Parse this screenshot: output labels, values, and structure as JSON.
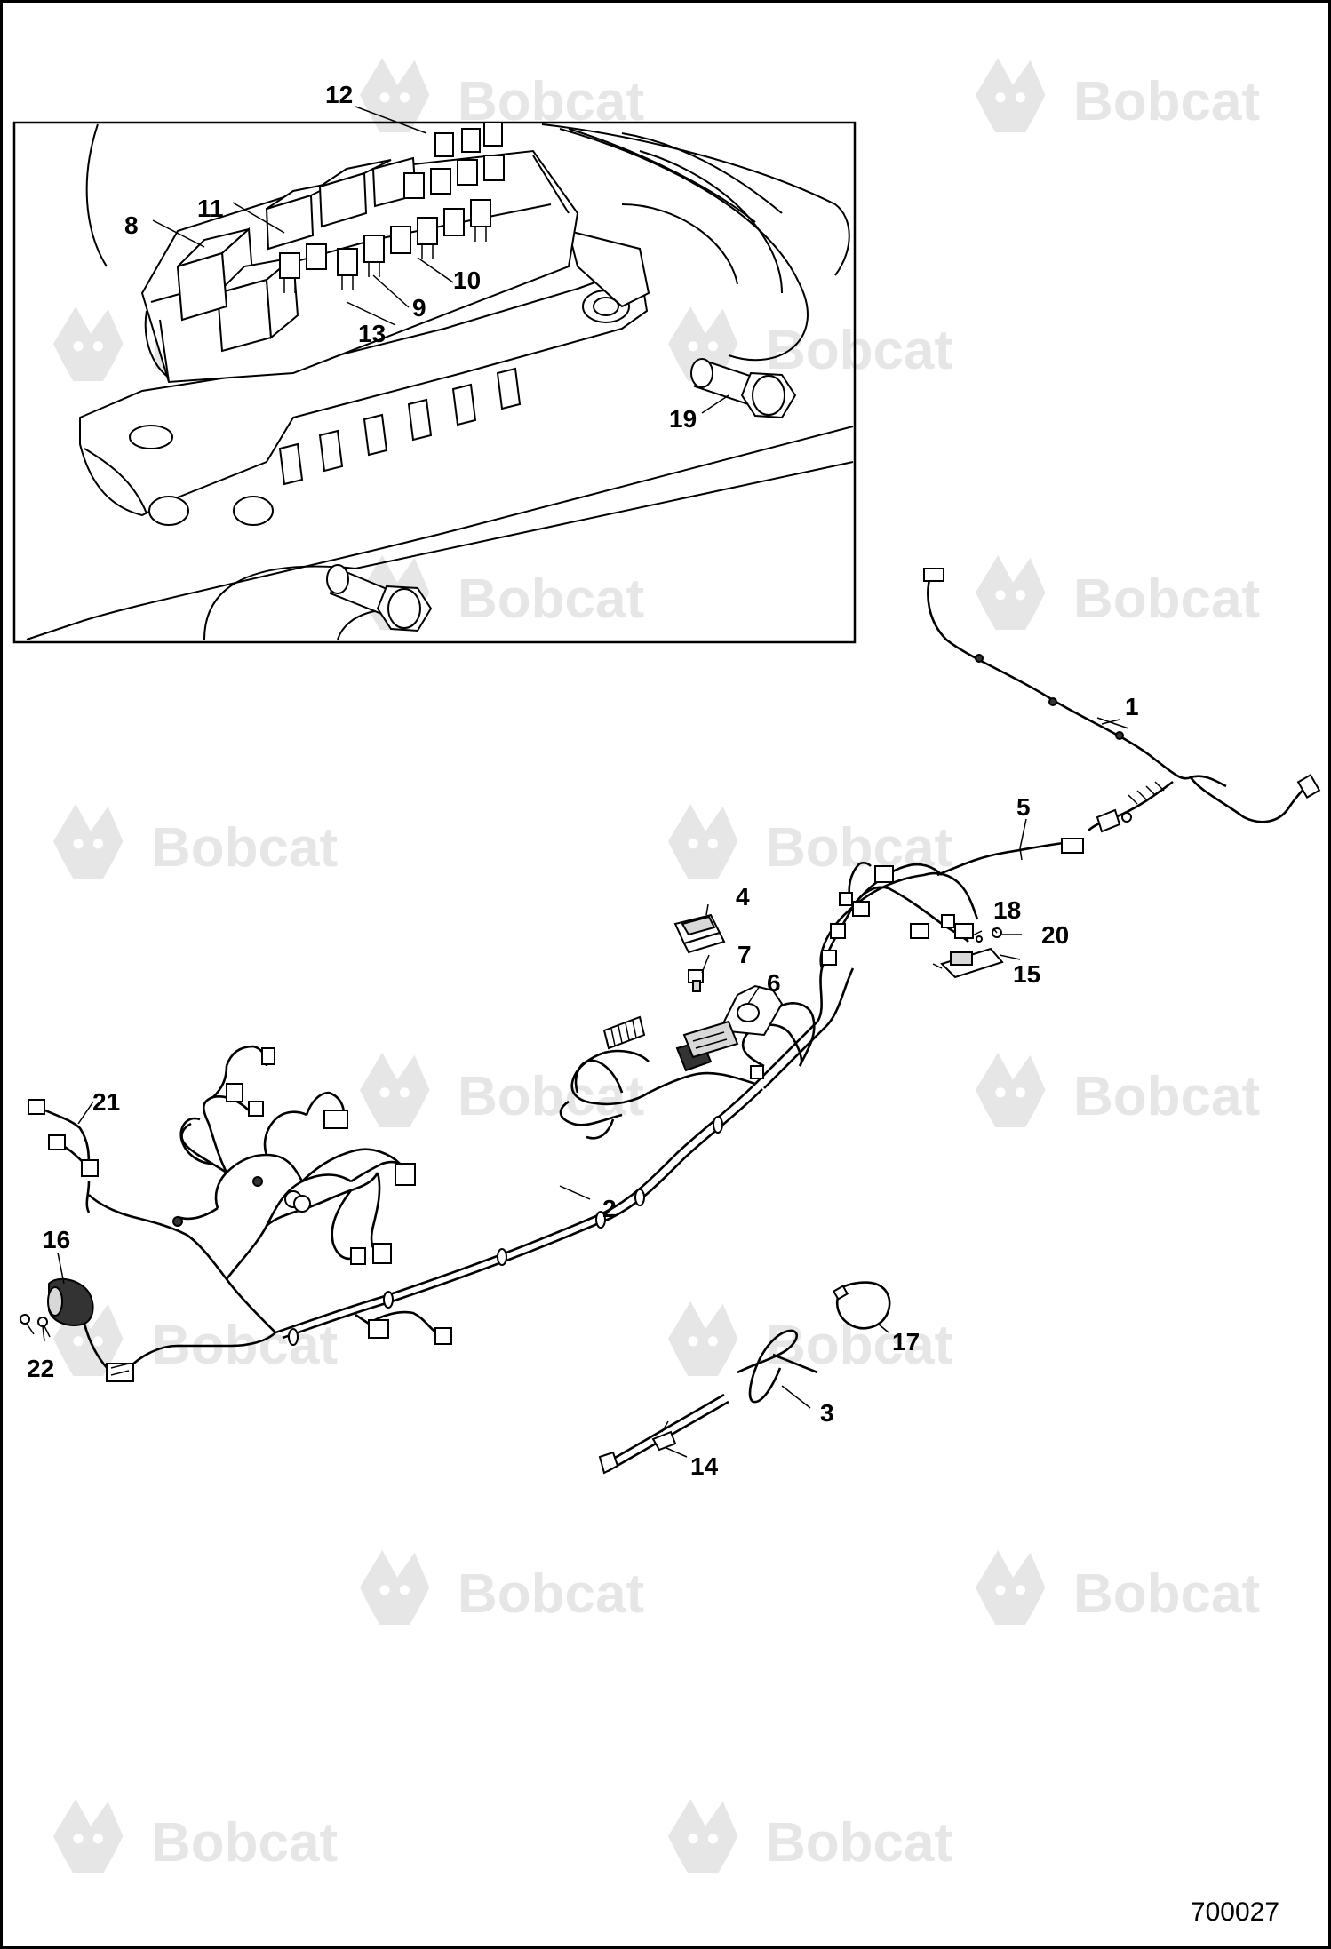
{
  "watermark": {
    "brand_text": "Bobcat",
    "color": "#e6e6e6"
  },
  "drawing_number": "700027",
  "callouts": {
    "c1": "1",
    "c2": "2",
    "c3": "3",
    "c4": "4",
    "c5": "5",
    "c6": "6",
    "c7": "7",
    "c8": "8",
    "c9": "9",
    "c10": "10",
    "c11": "11",
    "c12": "12",
    "c13": "13",
    "c14": "14",
    "c15": "15",
    "c16": "16",
    "c17": "17",
    "c18": "18",
    "c19": "19",
    "c20": "20",
    "c21": "21",
    "c22": "22"
  }
}
